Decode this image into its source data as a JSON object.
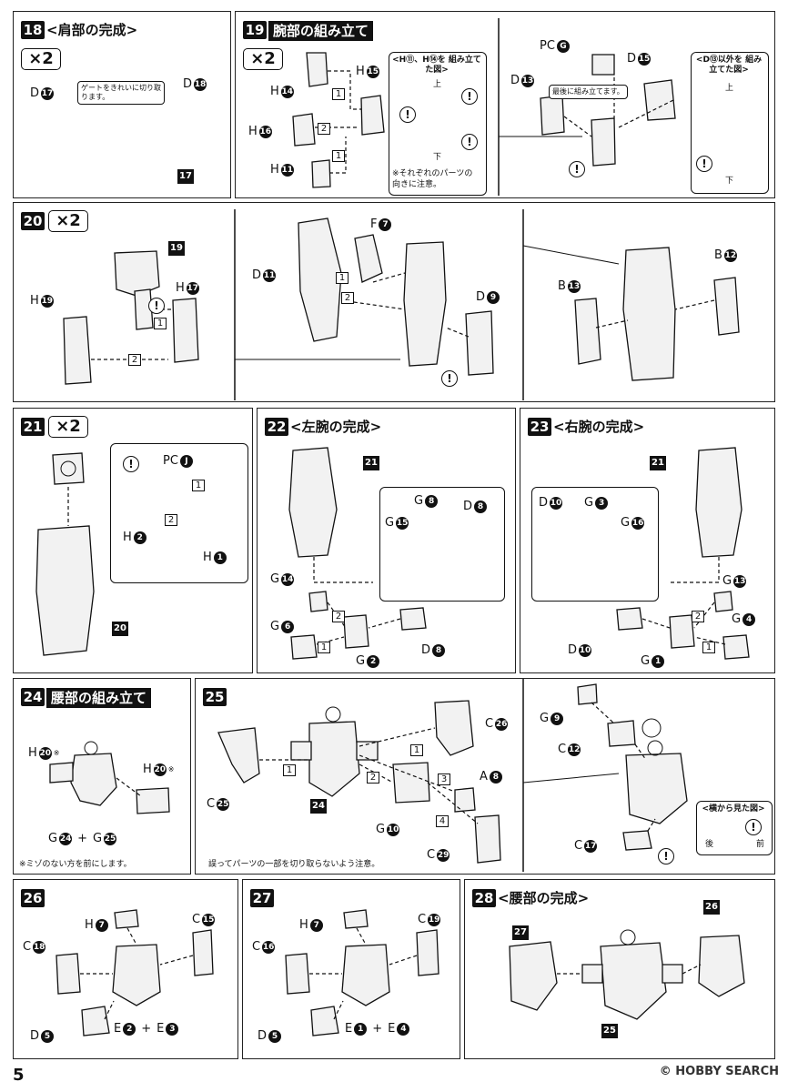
{
  "page_number": "5",
  "watermark": "© HOBBY SEARCH",
  "steps": {
    "s18": {
      "num": "18",
      "title": "<肩部の完成>",
      "times": "×2",
      "gate_note": "ゲートをきれいに切り取ります。",
      "labels": {
        "d17": "D",
        "d17n": "17",
        "d18": "D",
        "d18n": "18",
        "tag": "17"
      }
    },
    "s19": {
      "num": "19",
      "title": "腕部の組み立て",
      "times": "×2",
      "labels": {
        "h14": "H",
        "h14n": "14",
        "h15": "H",
        "h15n": "15",
        "h16": "H",
        "h16n": "16",
        "h11": "H",
        "h11n": "11"
      },
      "inset_title": "<H⑪、H⑭を 組み立てた図>",
      "inset_top": "上",
      "inset_bottom": "下",
      "note": "※それぞれのパーツの 向きに注意。",
      "last_note": "最後に組み立てます。",
      "labels2": {
        "pc": "PC",
        "pcn": "G",
        "d13": "D",
        "d13n": "13",
        "d15": "D",
        "d15n": "15"
      },
      "inset2_title": "<D⑬以外を 組み立てた図>",
      "inset2_top": "上",
      "inset2_bottom": "下"
    },
    "s20": {
      "num": "20",
      "times": "×2",
      "labels": {
        "tag19": "19",
        "h17": "H",
        "h17n": "17",
        "h19": "H",
        "h19n": "19",
        "f7": "F",
        "f7n": "7",
        "d11": "D",
        "d11n": "11",
        "d9": "D",
        "d9n": "9",
        "b12": "B",
        "b12n": "12",
        "b13": "B",
        "b13n": "13"
      }
    },
    "s21": {
      "num": "21",
      "times": "×2",
      "labels": {
        "pc": "PC",
        "pcn": "J",
        "h2": "H",
        "h2n": "2",
        "h1": "H",
        "h1n": "1",
        "tag20": "20"
      }
    },
    "s22": {
      "num": "22",
      "title": "<左腕の完成>",
      "labels": {
        "tag21": "21",
        "g8": "G",
        "g8n": "8",
        "d8": "D",
        "d8n": "8",
        "g15": "G",
        "g15n": "15",
        "g14": "G",
        "g14n": "14",
        "g6": "G",
        "g6n": "6",
        "g2": "G",
        "g2n": "2",
        "d8b": "D",
        "d8bn": "8"
      }
    },
    "s23": {
      "num": "23",
      "title": "<右腕の完成>",
      "labels": {
        "tag21": "21",
        "d10": "D",
        "d10n": "10",
        "g3": "G",
        "g3n": "3",
        "g16": "G",
        "g16n": "16",
        "g13": "G",
        "g13n": "13",
        "g4": "G",
        "g4n": "4",
        "d10b": "D",
        "d10bn": "10",
        "g1": "G",
        "g1n": "1"
      }
    },
    "s24": {
      "num": "24",
      "title": "腰部の組み立て",
      "labels": {
        "h20": "H",
        "h20n": "20",
        "h20b": "H",
        "h20bn": "20",
        "g24": "G",
        "g24n": "24",
        "plus": "+",
        "g25": "G",
        "g25n": "25",
        "mark": "※"
      },
      "note": "※ミゾのない方を前にします。"
    },
    "s25": {
      "num": "25",
      "labels": {
        "c25": "C",
        "c25n": "25",
        "tag24": "24",
        "c26": "C",
        "c26n": "26",
        "a8": "A",
        "a8n": "8",
        "g10": "G",
        "g10n": "10",
        "c29": "C",
        "c29n": "29",
        "g9": "G",
        "g9n": "9",
        "c12": "C",
        "c12n": "12",
        "c17": "C",
        "c17n": "17"
      },
      "note": "誤ってパーツの一部を切り取らないよう注意。",
      "side_title": "<横から見た図>",
      "side_back": "後",
      "side_front": "前"
    },
    "s26": {
      "num": "26",
      "labels": {
        "h7": "H",
        "h7n": "7",
        "c18": "C",
        "c18n": "18",
        "c15": "C",
        "c15n": "15",
        "d5": "D",
        "d5n": "5",
        "e2": "E",
        "e2n": "2",
        "plus": "+",
        "e3": "E",
        "e3n": "3"
      }
    },
    "s27": {
      "num": "27",
      "labels": {
        "h7": "H",
        "h7n": "7",
        "c16": "C",
        "c16n": "16",
        "c19": "C",
        "c19n": "19",
        "d5": "D",
        "d5n": "5",
        "e1": "E",
        "e1n": "1",
        "plus": "+",
        "e4": "E",
        "e4n": "4"
      }
    },
    "s28": {
      "num": "28",
      "title": "<腰部の完成>",
      "labels": {
        "tag27": "27",
        "tag26": "26",
        "tag25": "25"
      }
    }
  },
  "order_marks": [
    "1",
    "2",
    "3",
    "4"
  ],
  "warn_symbol": "!"
}
